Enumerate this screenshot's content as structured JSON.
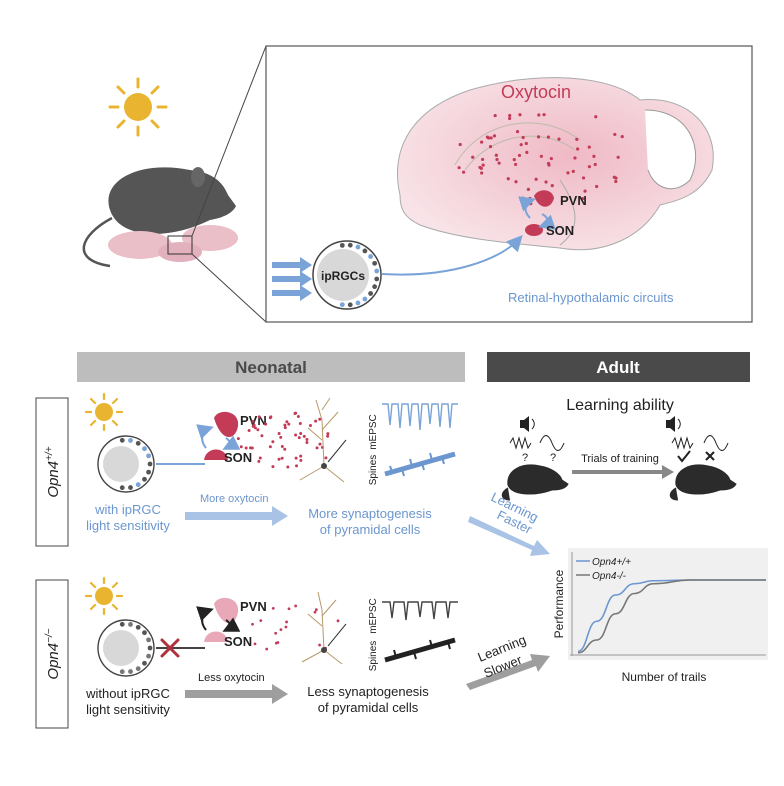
{
  "top_panel": {
    "oxytocin": "Oxytocin",
    "pvn": "PVN",
    "son": "SON",
    "iprgcs": "ipRGCs",
    "circuits": "Retinal-hypothalamic circuits"
  },
  "neonatal_header": "Neonatal",
  "adult_header": "Adult",
  "wt": {
    "genotype": "Opn4",
    "genotype_sup": "+/+",
    "pvn": "PVN",
    "son": "SON",
    "retina_line1": "with ipRGC",
    "retina_line2": "light sensitivity",
    "arrow_label": "More oxytocin",
    "result_line1": "More synaptogenesis",
    "result_line2": "of pyramidal cells",
    "mepsc": "mEPSC",
    "spines": "Spines",
    "learning_line1": "Learning",
    "learning_line2": "Faster"
  },
  "ko": {
    "genotype": "Opn4",
    "genotype_sup": "−/−",
    "pvn": "PVN",
    "son": "SON",
    "retina_line1": "without ipRGC",
    "retina_line2": "light sensitivity",
    "arrow_label": "Less oxytocin",
    "result_line1": "Less synaptogenesis",
    "result_line2": "of pyramidal cells",
    "mepsc": "mEPSC",
    "spines": "Spines",
    "learning_line1": "Learning",
    "learning_line2": "Slower"
  },
  "adult": {
    "learning_ability": "Learning ability",
    "trials": "Trials of training",
    "question1": "?",
    "question2": "?"
  },
  "chart_data": {
    "type": "line",
    "title": "",
    "xlabel": "Number of trails",
    "ylabel": "Performance",
    "legend_position": "top-left",
    "series": [
      {
        "name": "Opn4+/+",
        "color": "#6b96cf",
        "points": [
          [
            0,
            0.05
          ],
          [
            1,
            0.45
          ],
          [
            2,
            0.8
          ],
          [
            3,
            0.95
          ],
          [
            4,
            0.99
          ],
          [
            6,
            1
          ],
          [
            10,
            1
          ]
        ]
      },
      {
        "name": "Opn4-/-",
        "color": "#777777",
        "points": [
          [
            0,
            0.03
          ],
          [
            1,
            0.2
          ],
          [
            2,
            0.55
          ],
          [
            3,
            0.82
          ],
          [
            4,
            0.95
          ],
          [
            6,
            1
          ],
          [
            10,
            1
          ]
        ]
      }
    ]
  },
  "colors": {
    "blue": "#7aa3d8",
    "oxytocin_red": "#c43b57",
    "neonatal_gray": "#bdbdbd",
    "adult_dark": "#4a4a4a",
    "brain_pink": "#f6dbe1"
  }
}
